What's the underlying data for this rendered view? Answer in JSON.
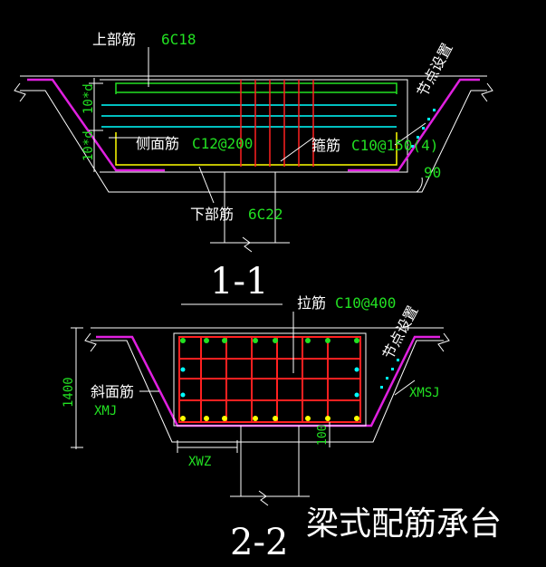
{
  "section_1": {
    "top_bar": {
      "label": "上部筋",
      "spec": "6C18"
    },
    "side_bar": {
      "label": "侧面筋",
      "spec": "C12@200"
    },
    "stirrup": {
      "label": "箍筋",
      "spec": "C10@150(4)"
    },
    "bottom_bar": {
      "label": "下部筋",
      "spec": "6C22"
    },
    "node_note": "节点设置",
    "dim_10d_a": "10*d",
    "dim_10d_b": "10*d",
    "angle": "90",
    "title": "1-1"
  },
  "section_2": {
    "tie_bar": {
      "label": "拉筋",
      "spec": "C10@400"
    },
    "slope_bar": {
      "label": "斜面筋",
      "spec": "XMJ"
    },
    "node_note": "节点设置",
    "xmsj": "XMSJ",
    "xwz": "XWZ",
    "height_dim": "1400",
    "cover_dim": "100",
    "title": "2-2"
  },
  "drawing_title": "梁式配筋承台",
  "colors": {
    "background": "#000000",
    "outline": "#ffffff",
    "rebar_red": "#ff2020",
    "rebar_yellow": "#ffff00",
    "rebar_green": "#22e022",
    "rebar_cyan": "#00ffff",
    "slope_magenta": "#e020e0",
    "text_green": "#22e022"
  }
}
